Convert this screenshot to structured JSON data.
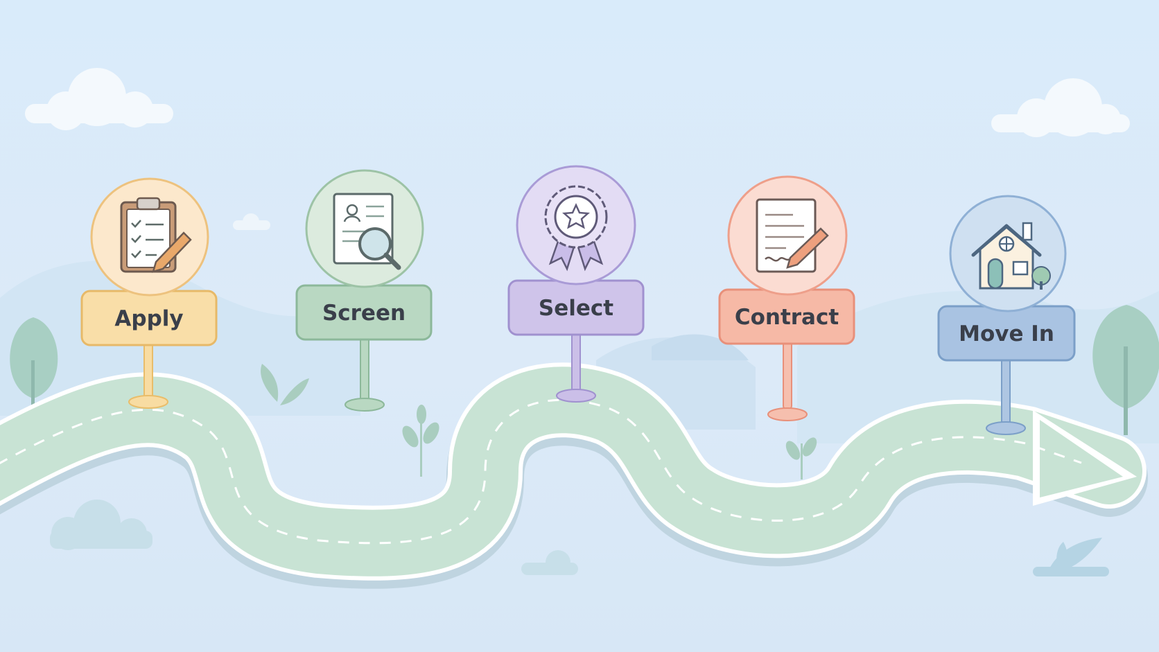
{
  "steps": [
    {
      "label": "Apply",
      "icon": "clipboard-checklist-icon",
      "color": "#f5c86e"
    },
    {
      "label": "Screen",
      "icon": "document-magnifier-icon",
      "color": "#9fc8ab"
    },
    {
      "label": "Select",
      "icon": "award-ribbon-icon",
      "color": "#b8a8de"
    },
    {
      "label": "Contract",
      "icon": "contract-signing-icon",
      "color": "#f3a58e"
    },
    {
      "label": "Move In",
      "icon": "house-icon",
      "color": "#8fb2d8"
    }
  ],
  "colors": {
    "sky": "#dbeaf7",
    "road": "#c8e3d4",
    "road_edge": "#ffffff",
    "text": "#3a3f4a"
  }
}
